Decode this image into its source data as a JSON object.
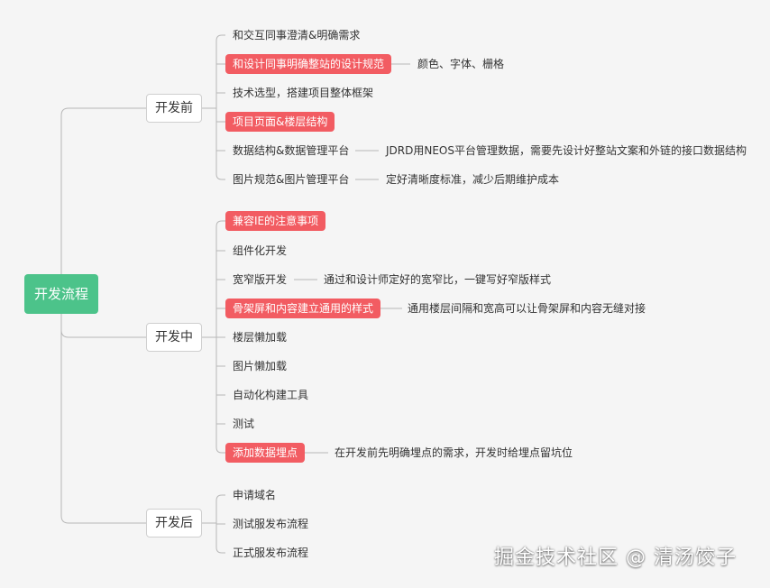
{
  "root": {
    "label": "开发流程",
    "color": "#4cc38a"
  },
  "stages": [
    {
      "label": "开发前",
      "items": [
        {
          "label": "和交互同事澄清&明确需求",
          "highlight": false
        },
        {
          "label": "和设计同事明确整站的设计规范",
          "highlight": true,
          "note": "颜色、字体、栅格"
        },
        {
          "label": "技术选型，搭建项目整体框架",
          "highlight": false
        },
        {
          "label": "项目页面&楼层结构",
          "highlight": true
        },
        {
          "label": "数据结构&数据管理平台",
          "highlight": false,
          "note": "JDRD用NEOS平台管理数据，需要先设计好整站文案和外链的接口数据结构"
        },
        {
          "label": "图片规范&图片管理平台",
          "highlight": false,
          "note": "定好清晰度标准，减少后期维护成本"
        }
      ]
    },
    {
      "label": "开发中",
      "items": [
        {
          "label": "兼容IE的注意事项",
          "highlight": true
        },
        {
          "label": "组件化开发",
          "highlight": false
        },
        {
          "label": "宽窄版开发",
          "highlight": false,
          "note": "通过和设计师定好的宽窄比，一键写好窄版样式"
        },
        {
          "label": "骨架屏和内容建立通用的样式",
          "highlight": true,
          "note": "通用楼层间隔和宽高可以让骨架屏和内容无缝对接"
        },
        {
          "label": "楼层懒加载",
          "highlight": false
        },
        {
          "label": "图片懒加载",
          "highlight": false
        },
        {
          "label": "自动化构建工具",
          "highlight": false
        },
        {
          "label": "测试",
          "highlight": false
        },
        {
          "label": "添加数据埋点",
          "highlight": true,
          "note": "在开发前先明确埋点的需求，开发时给埋点留坑位"
        }
      ]
    },
    {
      "label": "开发后",
      "items": [
        {
          "label": "申请域名",
          "highlight": false
        },
        {
          "label": "测试服发布流程",
          "highlight": false
        },
        {
          "label": "正式服发布流程",
          "highlight": false
        }
      ]
    }
  ],
  "colors": {
    "highlight": "#f25c62",
    "line": "#b8b8b8"
  },
  "watermark": "掘金技术社区 @ 清汤饺子"
}
